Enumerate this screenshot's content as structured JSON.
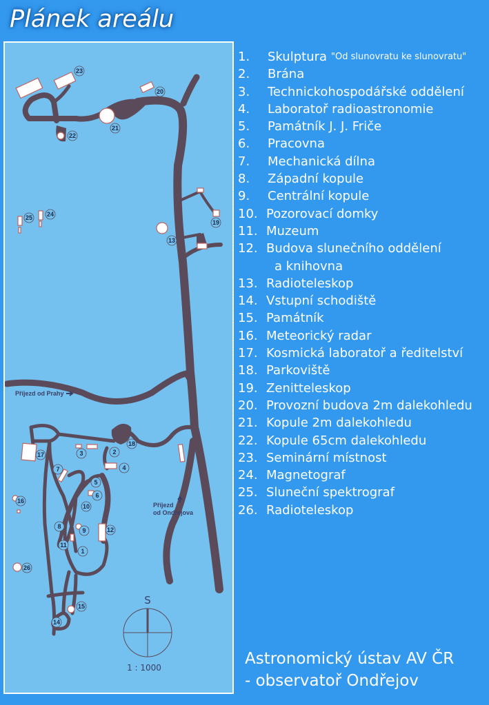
{
  "title": "Plánek areálu",
  "map": {
    "markers": [
      "1",
      "2",
      "3",
      "4",
      "5",
      "6",
      "7",
      "8",
      "9",
      "10",
      "11",
      "12",
      "13",
      "14",
      "15",
      "16",
      "17",
      "18",
      "19",
      "20",
      "21",
      "22",
      "23",
      "24",
      "25",
      "26"
    ],
    "label_praha": "Příjezd od Prahy",
    "label_ondrejov_1": "Příjezd",
    "label_ondrejov_2": "od Ondřejova",
    "compass": "S",
    "scale": "1 : 1000",
    "colors": {
      "background": "#3399ee",
      "map": "#74c1ef",
      "road": "#5b4b5a",
      "building_outline": "#c0645f"
    }
  },
  "legend": [
    {
      "n": "1.",
      "name": "Skulptura",
      "sub": "\"Od slunovratu ke slunovratu\""
    },
    {
      "n": "2.",
      "name": "Brána"
    },
    {
      "n": "3.",
      "name": "Technickohospodářské oddělení"
    },
    {
      "n": "4.",
      "name": "Laboratoř radioastronomie"
    },
    {
      "n": "5.",
      "name": "Památník J. J. Friče"
    },
    {
      "n": "6.",
      "name": "Pracovna"
    },
    {
      "n": "7.",
      "name": "Mechanická dílna"
    },
    {
      "n": "8.",
      "name": "Západní kopule"
    },
    {
      "n": "9.",
      "name": "Centrální kopule"
    },
    {
      "n": "10.",
      "name": "Pozorovací domky"
    },
    {
      "n": "11.",
      "name": "Muzeum"
    },
    {
      "n": "12.",
      "name": "Budova slunečního oddělení",
      "name2": "a knihovna"
    },
    {
      "n": "13.",
      "name": "Radioteleskop"
    },
    {
      "n": "14.",
      "name": "Vstupní schodiště"
    },
    {
      "n": "15.",
      "name": "Památník"
    },
    {
      "n": "16.",
      "name": "Meteorický radar"
    },
    {
      "n": "17.",
      "name": "Kosmická laboratoř a ředitelství"
    },
    {
      "n": "18.",
      "name": "Parkoviště"
    },
    {
      "n": "19.",
      "name": "Zenitteleskop"
    },
    {
      "n": "20.",
      "name": "Provozní budova 2m dalekohledu"
    },
    {
      "n": "21.",
      "name": "Kopule 2m dalekohledu"
    },
    {
      "n": "22.",
      "name": "Kopule 65cm dalekohledu"
    },
    {
      "n": "23.",
      "name": "Seminární místnost"
    },
    {
      "n": "24.",
      "name": "Magnetograf"
    },
    {
      "n": "25.",
      "name": "Sluneční spektrograf"
    },
    {
      "n": "26.",
      "name": "Radioteleskop"
    }
  ],
  "footer": {
    "line1": "Astronomický ústav AV ČR",
    "line2": "- observatoř Ondřejov"
  }
}
